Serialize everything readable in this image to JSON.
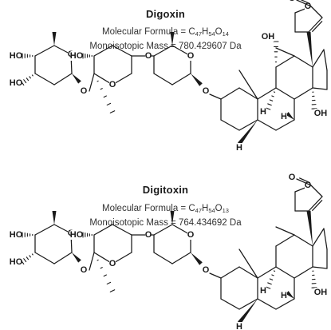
{
  "compounds": [
    {
      "name": "Digoxin",
      "formula_label": "Molecular Formula = ",
      "formula": [
        [
          "C",
          "47"
        ],
        [
          "H",
          "54"
        ],
        [
          "O",
          "14"
        ]
      ],
      "mass_label": "Monoisotopic Mass = ",
      "mass_value": "780.429607",
      "mass_unit": "Da",
      "has_c12_oh": true
    },
    {
      "name": "Digitoxin",
      "formula_label": "Molecular Formula = ",
      "formula": [
        [
          "C",
          "47"
        ],
        [
          "H",
          "54"
        ],
        [
          "O",
          "13"
        ]
      ],
      "mass_label": "Monoisotopic Mass = ",
      "mass_value": "764.434692",
      "mass_unit": "Da",
      "has_c12_oh": false
    }
  ],
  "atom_labels": {
    "oxygen": "O",
    "hydroxyl_left": "HO",
    "hydroxyl_right": "OH",
    "hydrogen": "H"
  }
}
